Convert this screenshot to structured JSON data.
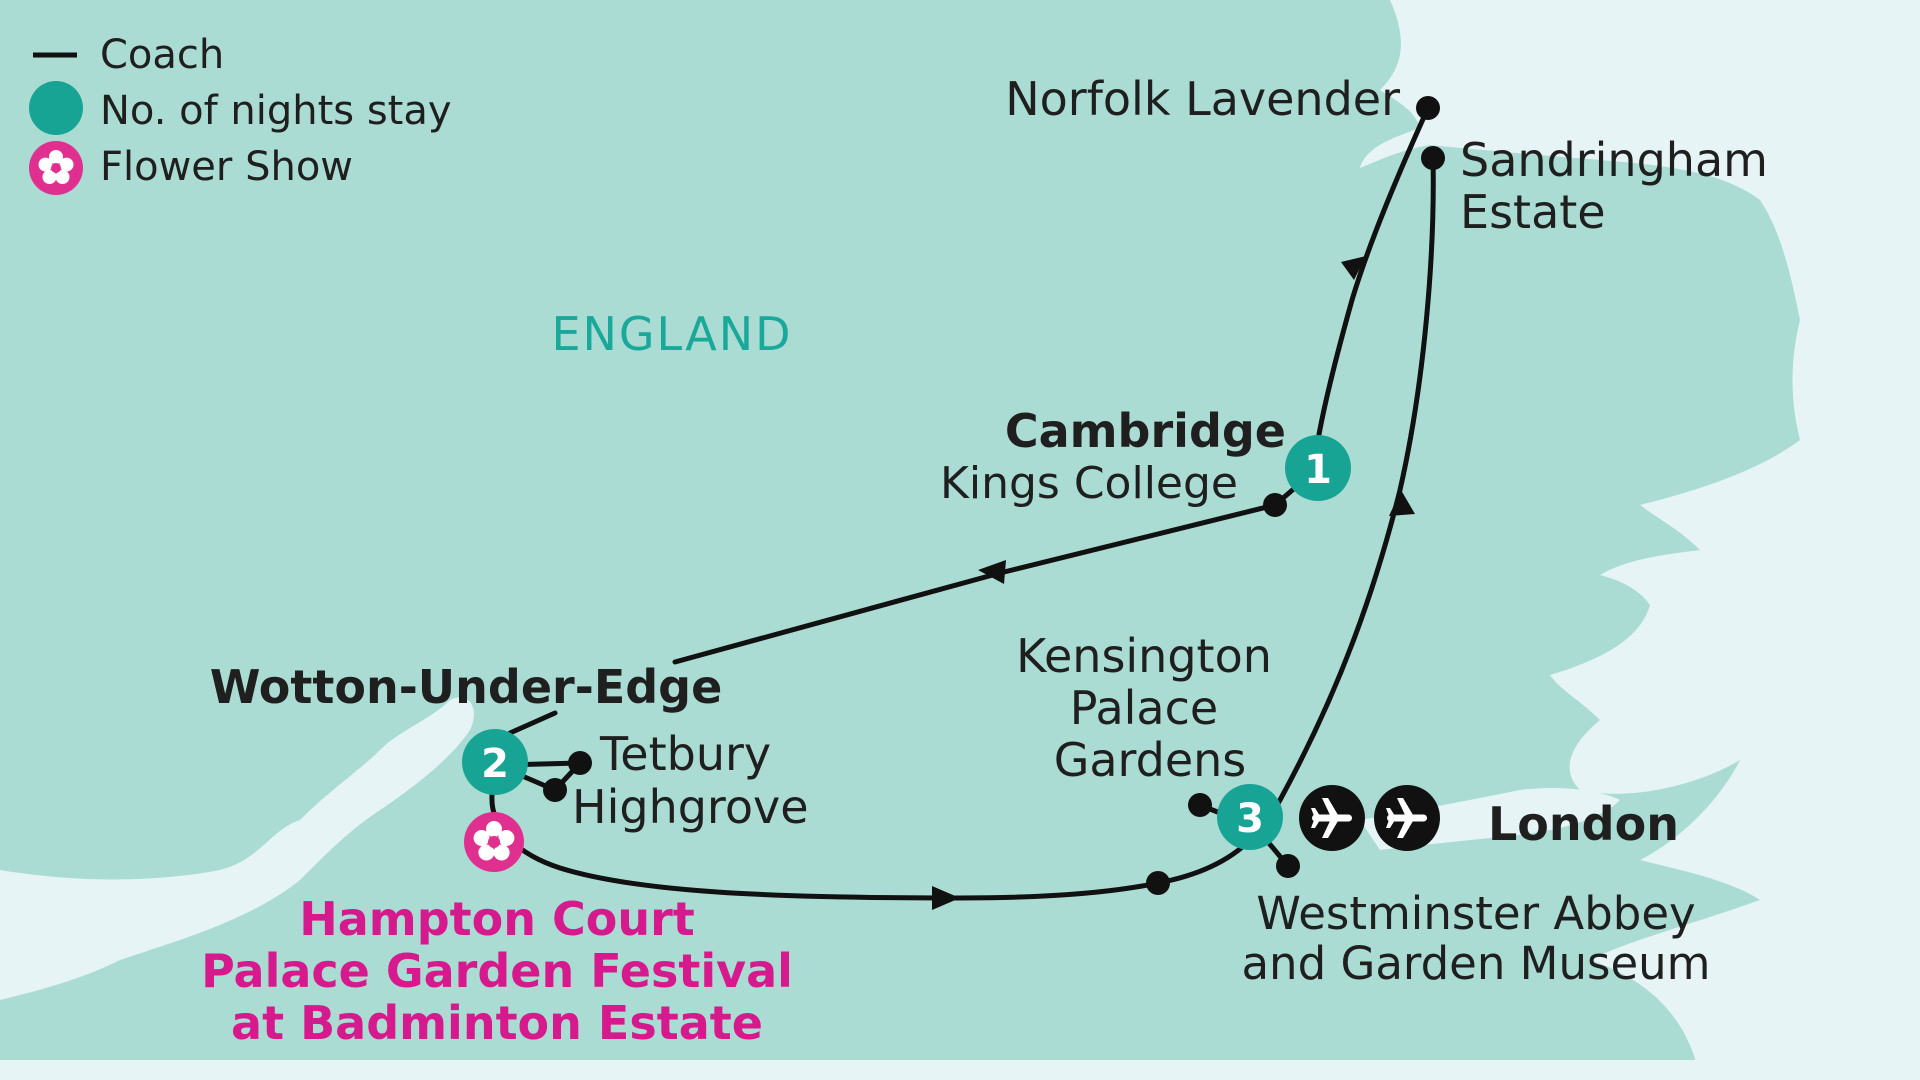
{
  "legend": {
    "coach": "Coach",
    "nights": "No. of nights stay",
    "flower_show": "Flower Show"
  },
  "region": "ENGLAND",
  "places": {
    "norfolk_lavender": "Norfolk Lavender",
    "sandringham_1": "Sandringham",
    "sandringham_2": "Estate",
    "cambridge": "Cambridge",
    "kings_college": "Kings College",
    "wotton": "Wotton-Under-Edge",
    "tetbury": "Tetbury",
    "highgrove": "Highgrove",
    "kensington_1": "Kensington",
    "kensington_2": "Palace",
    "kensington_3": "Gardens",
    "london": "London",
    "westminster_1": "Westminster Abbey",
    "westminster_2": "and Garden Museum",
    "hampton_1": "Hampton Court",
    "hampton_2": "Palace Garden Festival",
    "hampton_3": "at Badminton Estate"
  },
  "nights": {
    "cambridge": "1",
    "wotton": "2",
    "london": "3"
  },
  "icons": {
    "flight": "airplane-icon",
    "flower": "flower-icon",
    "stop": "route-stop-marker"
  },
  "colors": {
    "land": "#aadcd4",
    "sea": "#e6f4f6",
    "route": "#111111",
    "nights_marker": "#18a494",
    "flower": "#e0308f",
    "region_label": "#1aa89a",
    "highlight_label": "#d6198c"
  }
}
